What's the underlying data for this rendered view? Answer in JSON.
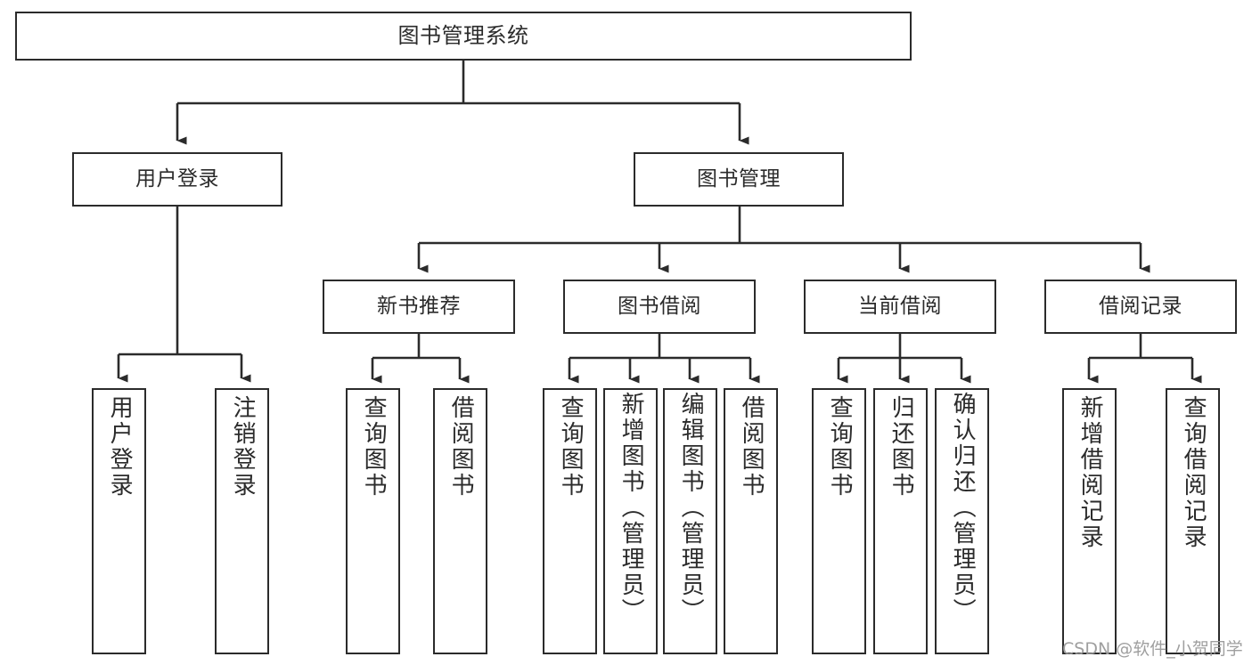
{
  "diagram": {
    "title": "图书管理系统",
    "type": "功能结构图",
    "stroke_color": "#2b2b2b",
    "background_color": "#ffffff",
    "watermark": "CSDN @软件_小贺同学"
  },
  "nodes": {
    "root": {
      "label": "图书管理系统"
    },
    "level2": [
      {
        "label": "用户登录"
      },
      {
        "label": "图书管理"
      }
    ],
    "level3": [
      {
        "label": "新书推荐"
      },
      {
        "label": "图书借阅"
      },
      {
        "label": "当前借阅"
      },
      {
        "label": "借阅记录"
      }
    ],
    "leaves": {
      "user_login": [
        {
          "label": "用户登录"
        },
        {
          "label": "注销登录"
        }
      ],
      "new_book_recommend": [
        {
          "label": "查询图书"
        },
        {
          "label": "借阅图书"
        }
      ],
      "book_borrow": [
        {
          "label": "查询图书"
        },
        {
          "label": "新增图书（管理员）"
        },
        {
          "label": "编辑图书（管理员）"
        },
        {
          "label": "借阅图书"
        }
      ],
      "current_borrow": [
        {
          "label": "查询图书"
        },
        {
          "label": "归还图书"
        },
        {
          "label": "确认归还（管理员）"
        }
      ],
      "borrow_record": [
        {
          "label": "新增借阅记录"
        },
        {
          "label": "查询借阅记录"
        }
      ]
    }
  }
}
